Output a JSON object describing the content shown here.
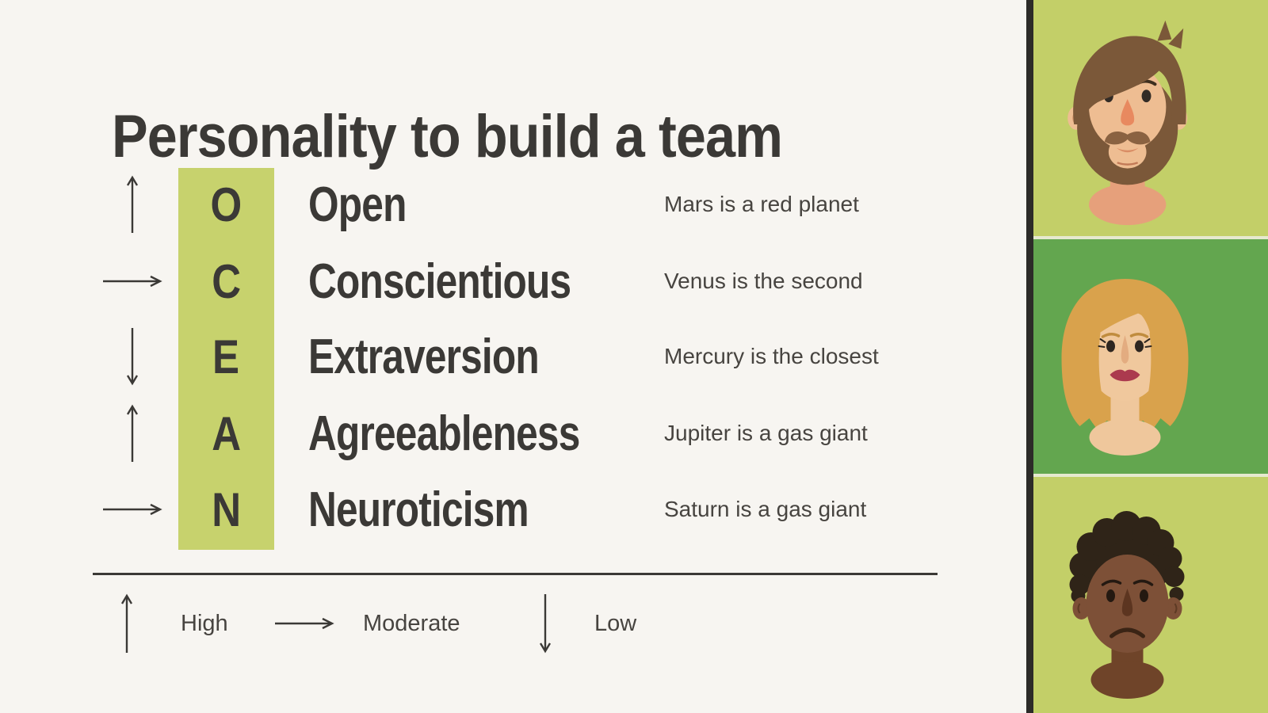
{
  "title": "Personality to build a team",
  "acronym": "OCEAN",
  "traits": [
    {
      "letter": "O",
      "name": "Open",
      "description": "Mars is a red planet",
      "level": "high"
    },
    {
      "letter": "C",
      "name": "Conscientious",
      "description": "Venus is the second",
      "level": "moderate"
    },
    {
      "letter": "E",
      "name": "Extraversion",
      "description": "Mercury is the closest",
      "level": "low"
    },
    {
      "letter": "A",
      "name": "Agreeableness",
      "description": "Jupiter is a gas giant",
      "level": "high"
    },
    {
      "letter": "N",
      "name": "Neuroticism",
      "description": "Saturn is a gas giant",
      "level": "moderate"
    }
  ],
  "legend": {
    "items": [
      {
        "label": "High",
        "level": "high"
      },
      {
        "label": "Moderate",
        "level": "moderate"
      },
      {
        "label": "Low",
        "level": "low"
      }
    ]
  },
  "sidebar": {
    "avatars": [
      {
        "description": "bearded man with brown hair on light green panel"
      },
      {
        "description": "blonde woman on dark green panel"
      },
      {
        "description": "sad person with dark curly hair on light green panel"
      }
    ]
  },
  "colors": {
    "background": "#f7f5f1",
    "accent_bar": "#c7d26d",
    "panel_light": "#c3cf68",
    "panel_dark": "#63a64f",
    "text_dark": "#3b3936",
    "divider": "#3b3936",
    "sidebar_border": "#2c2b28"
  }
}
